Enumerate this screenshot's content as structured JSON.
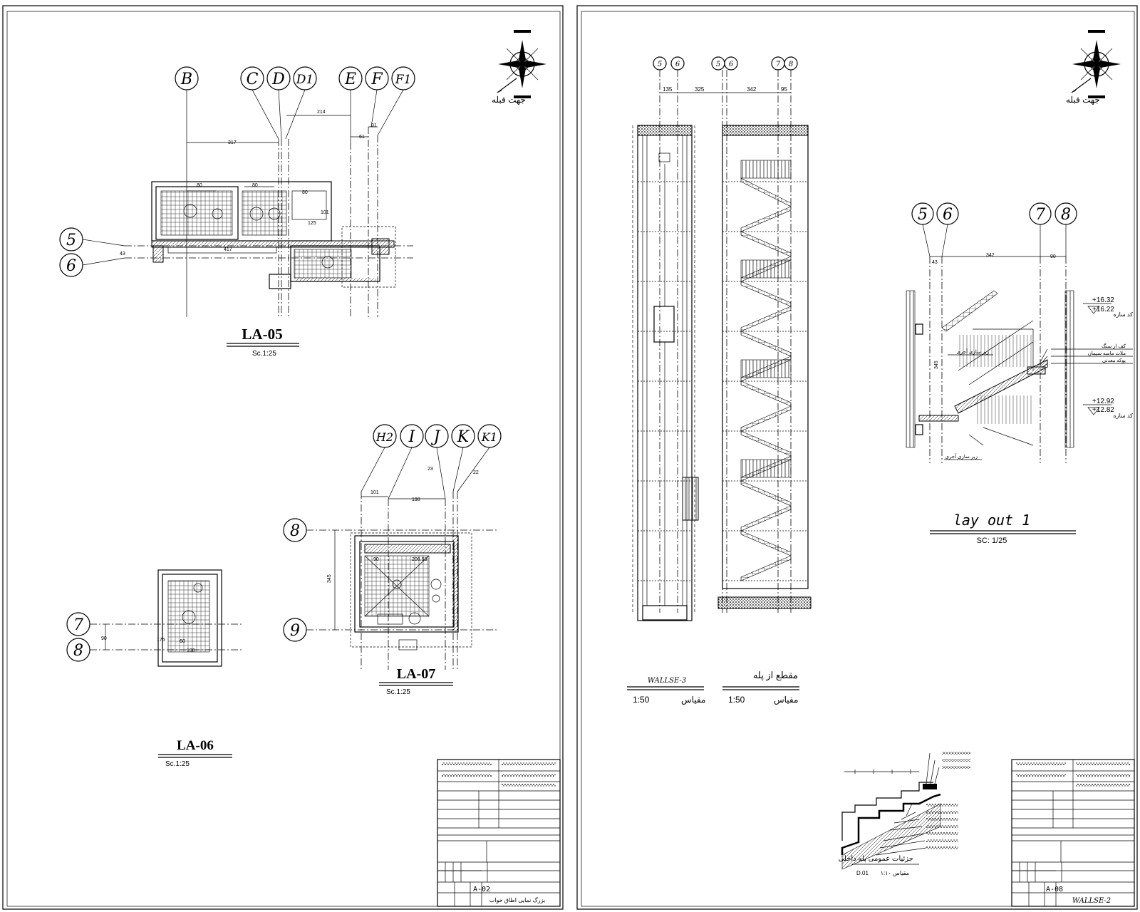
{
  "left_sheet": {
    "compass_label": "جهت قبله",
    "plans": {
      "la05": {
        "title": "LA-05",
        "scale": "Sc.1:25",
        "grid_top": [
          "B",
          "C",
          "D",
          "D1",
          "E",
          "F",
          "F1"
        ],
        "grid_left": [
          "5",
          "6"
        ],
        "dims": [
          "317",
          "214",
          "61",
          "31",
          "80",
          "80",
          "80",
          "101",
          "125",
          "417",
          "43"
        ]
      },
      "la06": {
        "title": "LA-06",
        "scale": "Sc.1:25",
        "grid_left": [
          "7",
          "8"
        ],
        "dims": [
          "90",
          "175",
          "130",
          "60"
        ]
      },
      "la07": {
        "title": "LA-07",
        "scale": "Sc.1:25",
        "grid_top": [
          "H2",
          "I",
          "J",
          "K",
          "K1"
        ],
        "grid_left": [
          "8",
          "9"
        ],
        "dims": [
          "101",
          "198",
          "23",
          "22",
          "345",
          "90",
          "206.58"
        ]
      }
    },
    "title_block": {
      "sheet_no": "A-02",
      "sheet_title": "بزرگ نمایی اطاق خواب"
    }
  },
  "right_sheet": {
    "compass_label": "جهت قبله",
    "section": {
      "grid_top": [
        "5",
        "6",
        "5",
        "6",
        "7",
        "8"
      ],
      "dims": [
        "135",
        "325",
        "342",
        "95"
      ],
      "label_a": "WALLSE-3",
      "label_b": "مقطع از پله",
      "scale_word": "مقیاس",
      "scale_a": "1:50",
      "scale_b": "1:50"
    },
    "layout": {
      "grid_top": [
        "5",
        "6",
        "7",
        "8"
      ],
      "dims": [
        "43",
        "342",
        "90",
        "345"
      ],
      "levels": [
        "+16.32",
        "+16.22",
        "+12.92",
        "+12.82"
      ],
      "level_note": "کد سازه",
      "notes": [
        "کف از سنگ",
        "ملات ماسه سیمان",
        "پوکه معدنی",
        "زیر سازی آجری",
        "زیر سازی آجری"
      ],
      "title": "lay out 1",
      "scale": "SC: 1/25"
    },
    "detail": {
      "title": "جزئیات عمومی پله داخلی",
      "code": "D.01",
      "scale": "مقیاس ۱:۱۰"
    },
    "title_block": {
      "sheet_no": "A-08",
      "sheet_title": "WALLSE-2"
    }
  }
}
